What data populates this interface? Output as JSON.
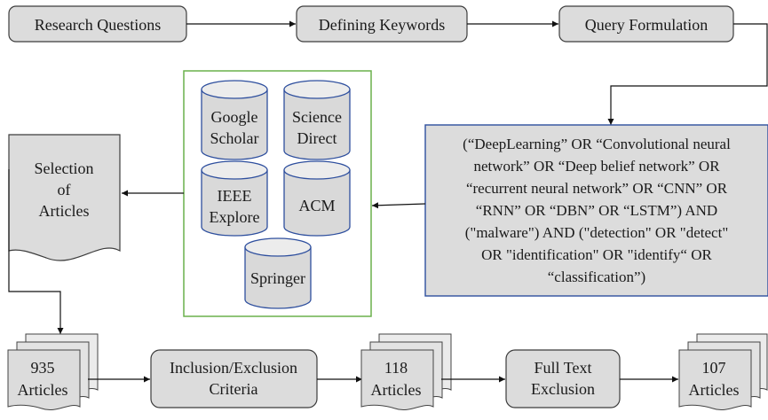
{
  "flow": {
    "research_questions": "Research Questions",
    "defining_keywords": "Defining Keywords",
    "query_formulation": "Query Formulation",
    "selection": [
      "Selection",
      "of",
      "Articles"
    ],
    "inclusion_criteria": [
      "Inclusion/Exclusion",
      "Criteria"
    ],
    "full_text_exclusion": [
      "Full Text",
      "Exclusion"
    ]
  },
  "databases": {
    "google_scholar": [
      "Google",
      "Scholar"
    ],
    "science_direct": [
      "Science",
      "Direct"
    ],
    "ieee_explore": [
      "IEEE",
      "Explore"
    ],
    "acm": [
      "ACM"
    ],
    "springer": [
      "Springer"
    ]
  },
  "query_lines": [
    "(“DeepLearning” OR “Convolutional neural",
    "network” OR “Deep belief network” OR",
    "“recurrent neural network” OR “CNN” OR",
    "“RNN” OR “DBN” OR “LSTM”) AND",
    "(\"malware\") AND (\"detection\" OR \"detect\"",
    "OR \"identification\" OR \"identify“ OR",
    "“classification”)"
  ],
  "counts": {
    "first": [
      "935",
      "Articles"
    ],
    "second": [
      "118",
      "Articles"
    ],
    "third": [
      "107",
      "Articles"
    ]
  },
  "colors": {
    "box_fill": "#dcdcdc",
    "box_stroke": "#3c3c3c",
    "database_group_border": "#6ab04c",
    "query_box_border": "#2e4f9e"
  }
}
